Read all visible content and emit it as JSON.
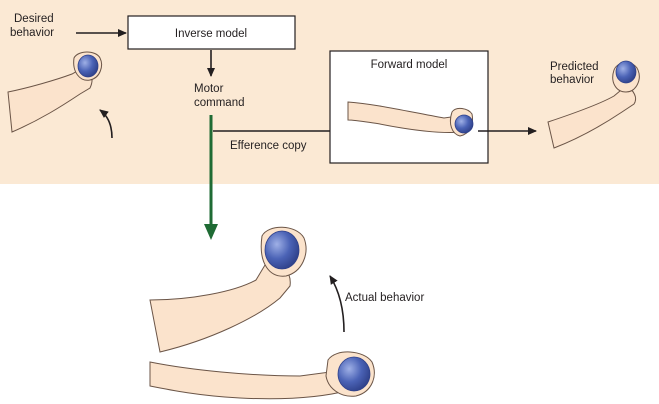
{
  "desired_behavior": {
    "line1": "Desired",
    "line2": "behavior"
  },
  "inverse_model": {
    "label": "Inverse model"
  },
  "motor_command": {
    "line1": "Motor",
    "line2": "command"
  },
  "efference_copy": {
    "label": "Efference copy"
  },
  "forward_model": {
    "label": "Forward model"
  },
  "predicted_behavior": {
    "line1": "Predicted",
    "line2": "behavior"
  },
  "actual_behavior": {
    "label": "Actual behavior"
  },
  "colors": {
    "background_band": "#fbe9d4",
    "box_fill": "#ffffff",
    "box_stroke": "#231f20",
    "motor_arrow": "#1f6b34",
    "arrow_black": "#231f20",
    "skin": "#fbe3cc",
    "skin_outline": "#6b5547",
    "ball": "#4b63b6",
    "ball_highlight": "#8ea0dc"
  }
}
